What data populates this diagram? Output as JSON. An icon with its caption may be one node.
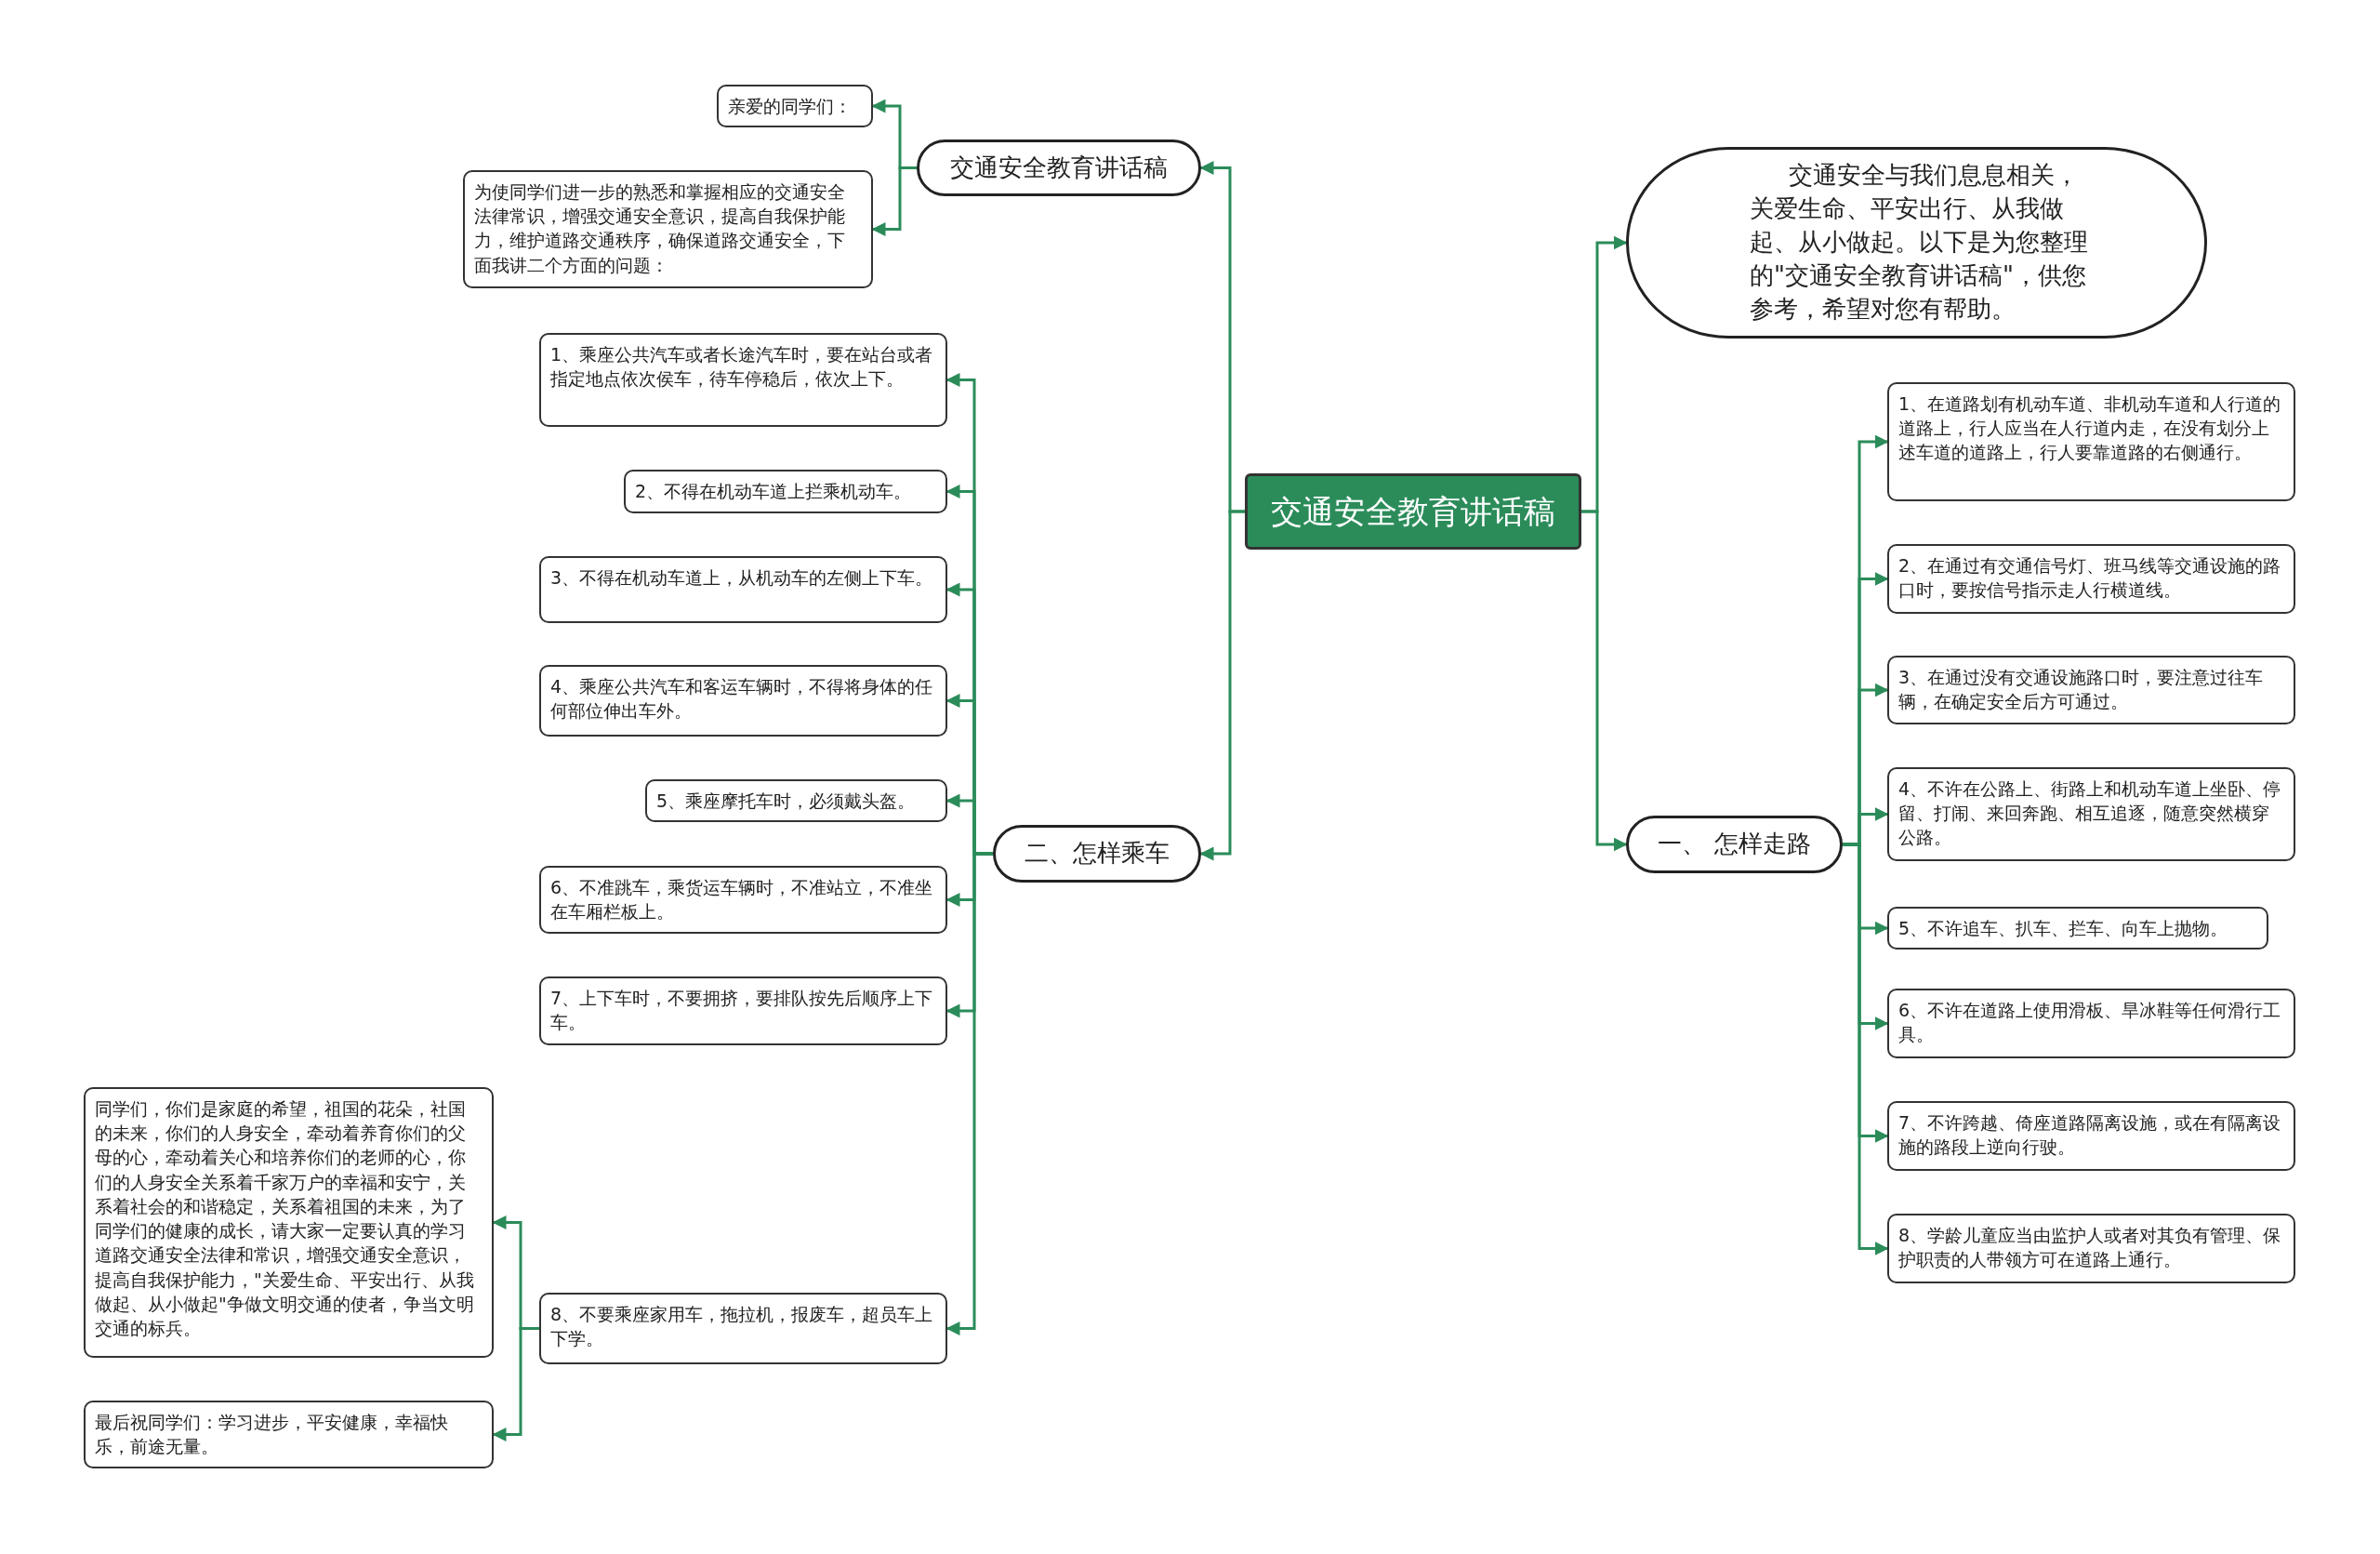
{
  "diagram": {
    "nodes": [
      {
        "text": [
          "交通安全教育讲话稿"
        ]
      },
      {
        "text": [
          "交通安全教育讲话稿"
        ]
      },
      {
        "text": [
          "亲爱的同学们："
        ]
      },
      {
        "text": [
          "为使同学们进一步的熟悉和掌握相应的交通安全法律常识，增强交通安全意识，提高自我保护能力，维护道路交通秩序，确保道路交通安全，下面我讲二个方面的问题："
        ]
      },
      {
        "text": [
          "二、怎样乘车"
        ]
      },
      {
        "text": [
          "1、乘座公共汽车或者长途汽车时，要在站台或者指定地点依次侯车，待车停稳后，依次上下。"
        ]
      },
      {
        "text": [
          "2、不得在机动车道上拦乘机动车。"
        ]
      },
      {
        "text": [
          "3、不得在机动车道上，从机动车的左侧上下车。"
        ]
      },
      {
        "text": [
          "4、乘座公共汽车和客运车辆时，不得将身体的任何部位伸出车外。"
        ]
      },
      {
        "text": [
          "5、乘座摩托车时，必须戴头盔。"
        ]
      },
      {
        "text": [
          "6、不准跳车，乘货运车辆时，不准站立，不准坐在车厢栏板上。"
        ]
      },
      {
        "text": [
          "7、上下车时，不要拥挤，要排队按先后顺序上下车。"
        ]
      },
      {
        "text": [
          "8、不要乘座家用车，拖拉机，报废车，超员车上下学。"
        ]
      },
      {
        "text": [
          "同学们，你们是家庭的希望，祖国的花朵，社国的未来，你们的人身安全，牵动着养育你们的父母的心，牵动着关心和培养你们的老师的心，你们的人身安全关系着千家万户的幸福和安宁，关系着社会的和谐稳定，关系着祖国的未来，为了同学们的健康的成长，请大家一定要认真的学习道路交通安全法律和常识，增强交通安全意识，提高自我保护能力，\"关爱生命、平安出行、从我做起、从小做起\"争做文明交通的使者，争当文明交通的标兵。"
        ]
      },
      {
        "text": [
          "最后祝同学们：学习进步，平安健康，幸福快乐，前途无量。"
        ]
      },
      {
        "text": [
          "交通安全与我们息息相关，关爱生命、平安出行、从我做起、从小做起。以下是为您整理的\"交通安全教育讲话稿\"，供您参考，希望对您有帮助。"
        ]
      },
      {
        "text": [
          "一、 怎样走路"
        ]
      },
      {
        "text": [
          "1、在道路划有机动车道、非机动车道和人行道的道路上，行人应当在人行道内走，在没有划分上述车道的道路上，行人要靠道路的右侧通行。"
        ]
      },
      {
        "text": [
          "2、在通过有交通信号灯、班马线等交通设施的路口时，要按信号指示走人行横道线。"
        ]
      },
      {
        "text": [
          "3、在通过没有交通设施路口时，要注意过往车辆，在确定安全后方可通过。"
        ]
      },
      {
        "text": [
          "4、不许在公路上、街路上和机动车道上坐卧、停留、打闹、来回奔跑、相互追逐，随意突然横穿公路。"
        ]
      },
      {
        "text": [
          "5、不许追车、扒车、拦车、向车上抛物。"
        ]
      },
      {
        "text": [
          "6、不许在道路上使用滑板、旱冰鞋等任何滑行工具。"
        ]
      },
      {
        "text": [
          "7、不许跨越、倚座道路隔离设施，或在有隔离设施的路段上逆向行驶。"
        ]
      },
      {
        "text": [
          "8、学龄儿童应当由监护人或者对其负有管理、保护职责的人带领方可在道路上通行。"
        ]
      }
    ],
    "edges": [
      {
        "from": 0,
        "to": 1,
        "arrow": "to"
      },
      {
        "from": 1,
        "to": 2,
        "arrow": "to"
      },
      {
        "from": 1,
        "to": 3,
        "arrow": "to"
      },
      {
        "from": 0,
        "to": 4,
        "arrow": "to"
      },
      {
        "from": 4,
        "to": 5,
        "arrow": "to"
      },
      {
        "from": 4,
        "to": 6,
        "arrow": "to"
      },
      {
        "from": 4,
        "to": 7,
        "arrow": "to"
      },
      {
        "from": 4,
        "to": 8,
        "arrow": "to"
      },
      {
        "from": 4,
        "to": 9,
        "arrow": "to"
      },
      {
        "from": 4,
        "to": 10,
        "arrow": "to"
      },
      {
        "from": 4,
        "to": 11,
        "arrow": "to"
      },
      {
        "from": 4,
        "to": 12,
        "arrow": "to"
      },
      {
        "from": 12,
        "to": 13,
        "arrow": "to"
      },
      {
        "from": 12,
        "to": 14,
        "arrow": "to"
      },
      {
        "from": 0,
        "to": 15,
        "arrow": "to"
      },
      {
        "from": 0,
        "to": 16,
        "arrow": "to"
      },
      {
        "from": 16,
        "to": 17,
        "arrow": "to"
      },
      {
        "from": 16,
        "to": 18,
        "arrow": "to"
      },
      {
        "from": 16,
        "to": 19,
        "arrow": "to"
      },
      {
        "from": 16,
        "to": 20,
        "arrow": "to"
      },
      {
        "from": 16,
        "to": 21,
        "arrow": "to"
      },
      {
        "from": 16,
        "to": 22,
        "arrow": "to"
      },
      {
        "from": 16,
        "to": 23,
        "arrow": "to"
      },
      {
        "from": 16,
        "to": 24,
        "arrow": "to"
      }
    ]
  }
}
